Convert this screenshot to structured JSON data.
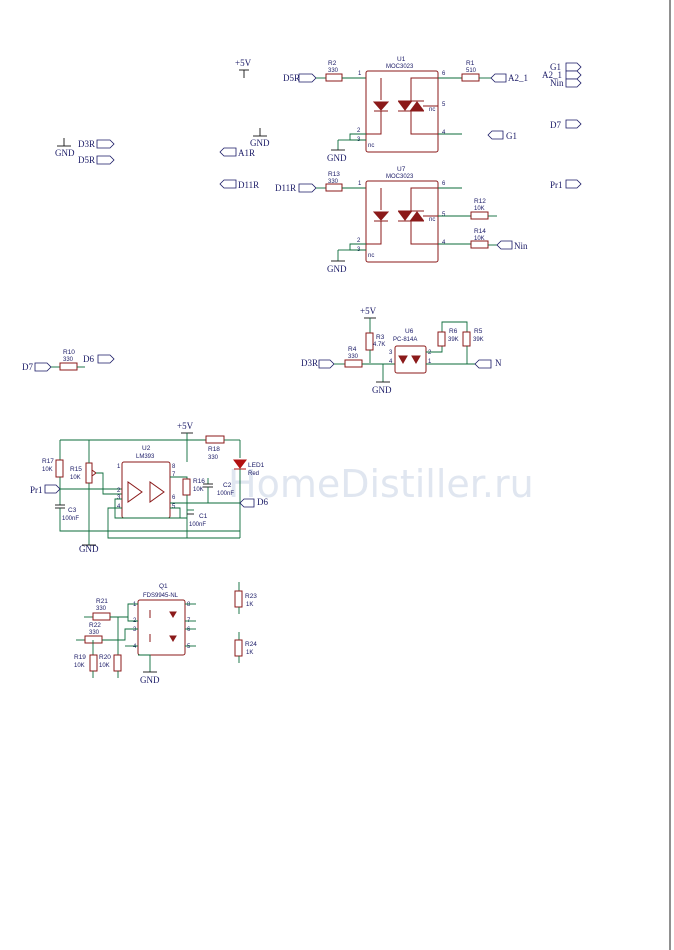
{
  "watermark": "HomeDistiller.ru",
  "power": {
    "vcc": "+5V",
    "gnd": "GND"
  },
  "nets": {
    "d5r": "D5R",
    "d3r": "D3R",
    "a1r": "A1R",
    "d11r": "D11R",
    "a2_1": "A2_1",
    "g1": "G1",
    "nin": "Nin",
    "d7": "D7",
    "pr1": "Pr1",
    "d6": "D6",
    "n": "N"
  },
  "parts": {
    "u1": {
      "ref": "U1",
      "val": "MOC3023",
      "nc": "nc"
    },
    "u7": {
      "ref": "U7",
      "val": "MOC3023",
      "nc": "nc"
    },
    "u6": {
      "ref": "U6",
      "val": "PC-814A"
    },
    "u2": {
      "ref": "U2",
      "val": "LM393"
    },
    "q1": {
      "ref": "Q1",
      "val": "FDS9945-NL"
    },
    "led1": {
      "ref": "LED1",
      "val": "Red"
    },
    "r1": {
      "ref": "R1",
      "val": "510"
    },
    "r2": {
      "ref": "R2",
      "val": "330"
    },
    "r3": {
      "ref": "R3",
      "val": "4.7K"
    },
    "r4": {
      "ref": "R4",
      "val": "330"
    },
    "r5": {
      "ref": "R5",
      "val": "39K"
    },
    "r6": {
      "ref": "R6",
      "val": "39K"
    },
    "r10": {
      "ref": "R10",
      "val": "330"
    },
    "r12": {
      "ref": "R12",
      "val": "10K"
    },
    "r13": {
      "ref": "R13",
      "val": "330"
    },
    "r14": {
      "ref": "R14",
      "val": "10K"
    },
    "r15": {
      "ref": "R15",
      "val": "10K"
    },
    "r16": {
      "ref": "R16",
      "val": "10K"
    },
    "r17": {
      "ref": "R17",
      "val": "10K"
    },
    "r18": {
      "ref": "R18",
      "val": "330"
    },
    "r19": {
      "ref": "R19",
      "val": "10K"
    },
    "r20": {
      "ref": "R20",
      "val": "10K"
    },
    "r21": {
      "ref": "R21",
      "val": "330"
    },
    "r22": {
      "ref": "R22",
      "val": "330"
    },
    "r23": {
      "ref": "R23",
      "val": "1K"
    },
    "r24": {
      "ref": "R24",
      "val": "1K"
    },
    "c1": {
      "ref": "C1",
      "val": "100nF"
    },
    "c2": {
      "ref": "C2",
      "val": "100nF"
    },
    "c3": {
      "ref": "C3",
      "val": "100nF"
    }
  },
  "pins": {
    "p1": "1",
    "p2": "2",
    "p3": "3",
    "p4": "4",
    "p5": "5",
    "p6": "6",
    "p7": "7",
    "p8": "8"
  }
}
